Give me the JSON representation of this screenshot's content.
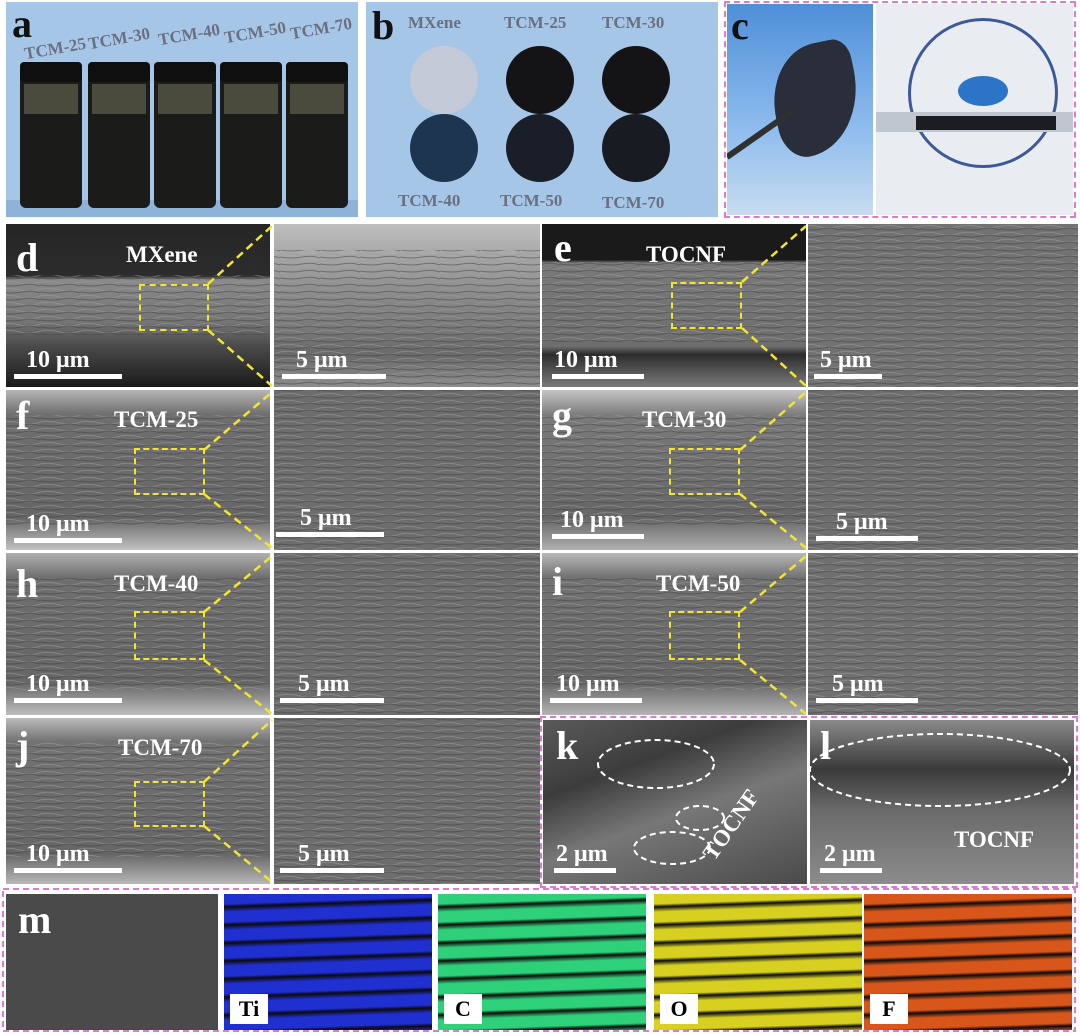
{
  "panel_a": {
    "label": "a",
    "bottles": [
      "TCM-25",
      "TCM-30",
      "TCM-40",
      "TCM-50",
      "TCM-70"
    ]
  },
  "panel_b": {
    "label": "b",
    "films_top": [
      "MXene",
      "TCM-25",
      "TCM-30"
    ],
    "films_bottom": [
      "TCM-40",
      "TCM-50",
      "TCM-70"
    ]
  },
  "panel_c": {
    "label": "c"
  },
  "sem_rows": [
    {
      "left": {
        "label": "d",
        "sample": "MXene",
        "scale": "10 μm",
        "zoom_scale": "5 μm"
      },
      "right": {
        "label": "e",
        "sample": "TOCNF",
        "scale": "10 μm",
        "zoom_scale": "5 μm"
      }
    },
    {
      "left": {
        "label": "f",
        "sample": "TCM-25",
        "scale": "10 μm",
        "zoom_scale": "5 μm"
      },
      "right": {
        "label": "g",
        "sample": "TCM-30",
        "scale": "10 μm",
        "zoom_scale": "5 μm"
      }
    },
    {
      "left": {
        "label": "h",
        "sample": "TCM-40",
        "scale": "10 μm",
        "zoom_scale": "5 μm"
      },
      "right": {
        "label": "i",
        "sample": "TCM-50",
        "scale": "10 μm",
        "zoom_scale": "5 μm"
      }
    },
    {
      "left": {
        "label": "j",
        "sample": "TCM-70",
        "scale": "10 μm",
        "zoom_scale": "5 μm"
      }
    }
  ],
  "panel_k": {
    "label": "k",
    "scale": "2 μm",
    "annotation": "TOCNF"
  },
  "panel_l": {
    "label": "l",
    "scale": "2 μm",
    "annotation": "TOCNF"
  },
  "panel_m": {
    "label": "m",
    "maps": [
      {
        "element": "Ti",
        "color": "#1f2fd0"
      },
      {
        "element": "C",
        "color": "#2fd07a"
      },
      {
        "element": "O",
        "color": "#d8d020"
      },
      {
        "element": "F",
        "color": "#d8561a"
      }
    ]
  },
  "colors": {
    "photo_bg": "#9dc0e6",
    "zoom_box": "#f2e530",
    "pink_frame": "#e07ad0"
  }
}
